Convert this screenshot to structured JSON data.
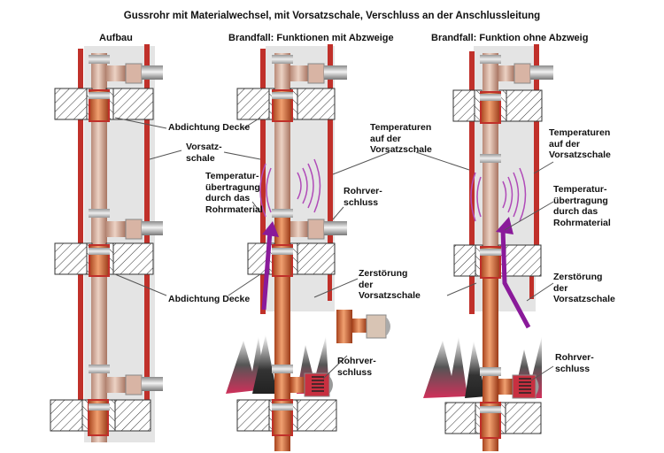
{
  "title": "Gussrohr mit Materialwechsel, mit Vorsatzschale, Verschluss an der Anschlussleitung",
  "panels": [
    {
      "title": "Aufbau"
    },
    {
      "title": "Brandfall: Funktionen mit Abzweige"
    },
    {
      "title": "Brandfall: Funktion ohne Abzweig"
    }
  ],
  "labels": {
    "abdichtung_decke_top": "Abdichtung Decke",
    "vorsatzschale": "Vorsatz-\nschale",
    "abdichtung_decke_bottom": "Abdichtung Decke",
    "temp_uebertragung_mid": "Temperatur-\nübertragung\ndurch das\nRohrmaterial",
    "temperaturen_mid": "Temperaturen\nauf der\nVorsatzschale",
    "rohrverschluss_mid_top": "Rohrver-\nschluss",
    "zerstoerung_mid": "Zerstörung\nder\nVorsatzschale",
    "rohrverschluss_mid_bottom": "Rohrver-\nschluss",
    "temperaturen_right": "Temperaturen\nauf der\nVorsatzschale",
    "temp_uebertragung_right": "Temperatur-\nübertragung\ndurch das\nRohrmaterial",
    "zerstoerung_right": "Zerstörung\nder\nVorsatzschale",
    "rohrverschluss_right": "Rohrver-\nschluss"
  },
  "colors": {
    "shell_red": "#c0302a",
    "copper": "#c8643a",
    "cast_iron_pipe": "#d9b3a0",
    "heat_arrow": "#8a1a9a",
    "heat_waves": "#b04ab8",
    "shell_fill": "#e4e4e4",
    "flame_red": "#d0305a"
  }
}
